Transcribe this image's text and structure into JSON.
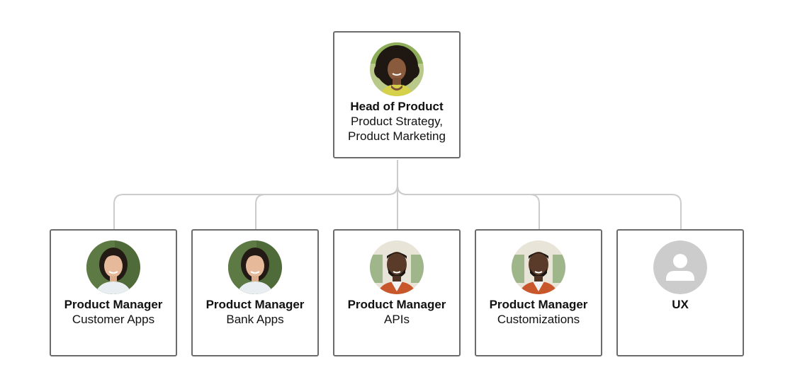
{
  "org_chart": {
    "root": {
      "title": "Head of Product",
      "department": "Product Strategy,\nProduct Marketing",
      "department_lines": [
        "Product Strategy,",
        "Product Marketing"
      ],
      "avatar": "photo-woman-curly-hair"
    },
    "reports": [
      {
        "title": "Product Manager",
        "department": "Customer Apps",
        "avatar": "photo-woman-asian"
      },
      {
        "title": "Product Manager",
        "department": "Bank Apps",
        "avatar": "photo-woman-asian"
      },
      {
        "title": "Product Manager",
        "department": "APIs",
        "avatar": "photo-man-beard"
      },
      {
        "title": "Product Manager",
        "department": "Customizations",
        "avatar": "photo-man-beard"
      },
      {
        "title": "UX",
        "department": "",
        "avatar": "placeholder-person-icon"
      }
    ]
  },
  "colors": {
    "card_border": "#6b6b6b",
    "connector": "#cccccc",
    "placeholder_avatar": "#cccccc",
    "text": "#111111"
  }
}
